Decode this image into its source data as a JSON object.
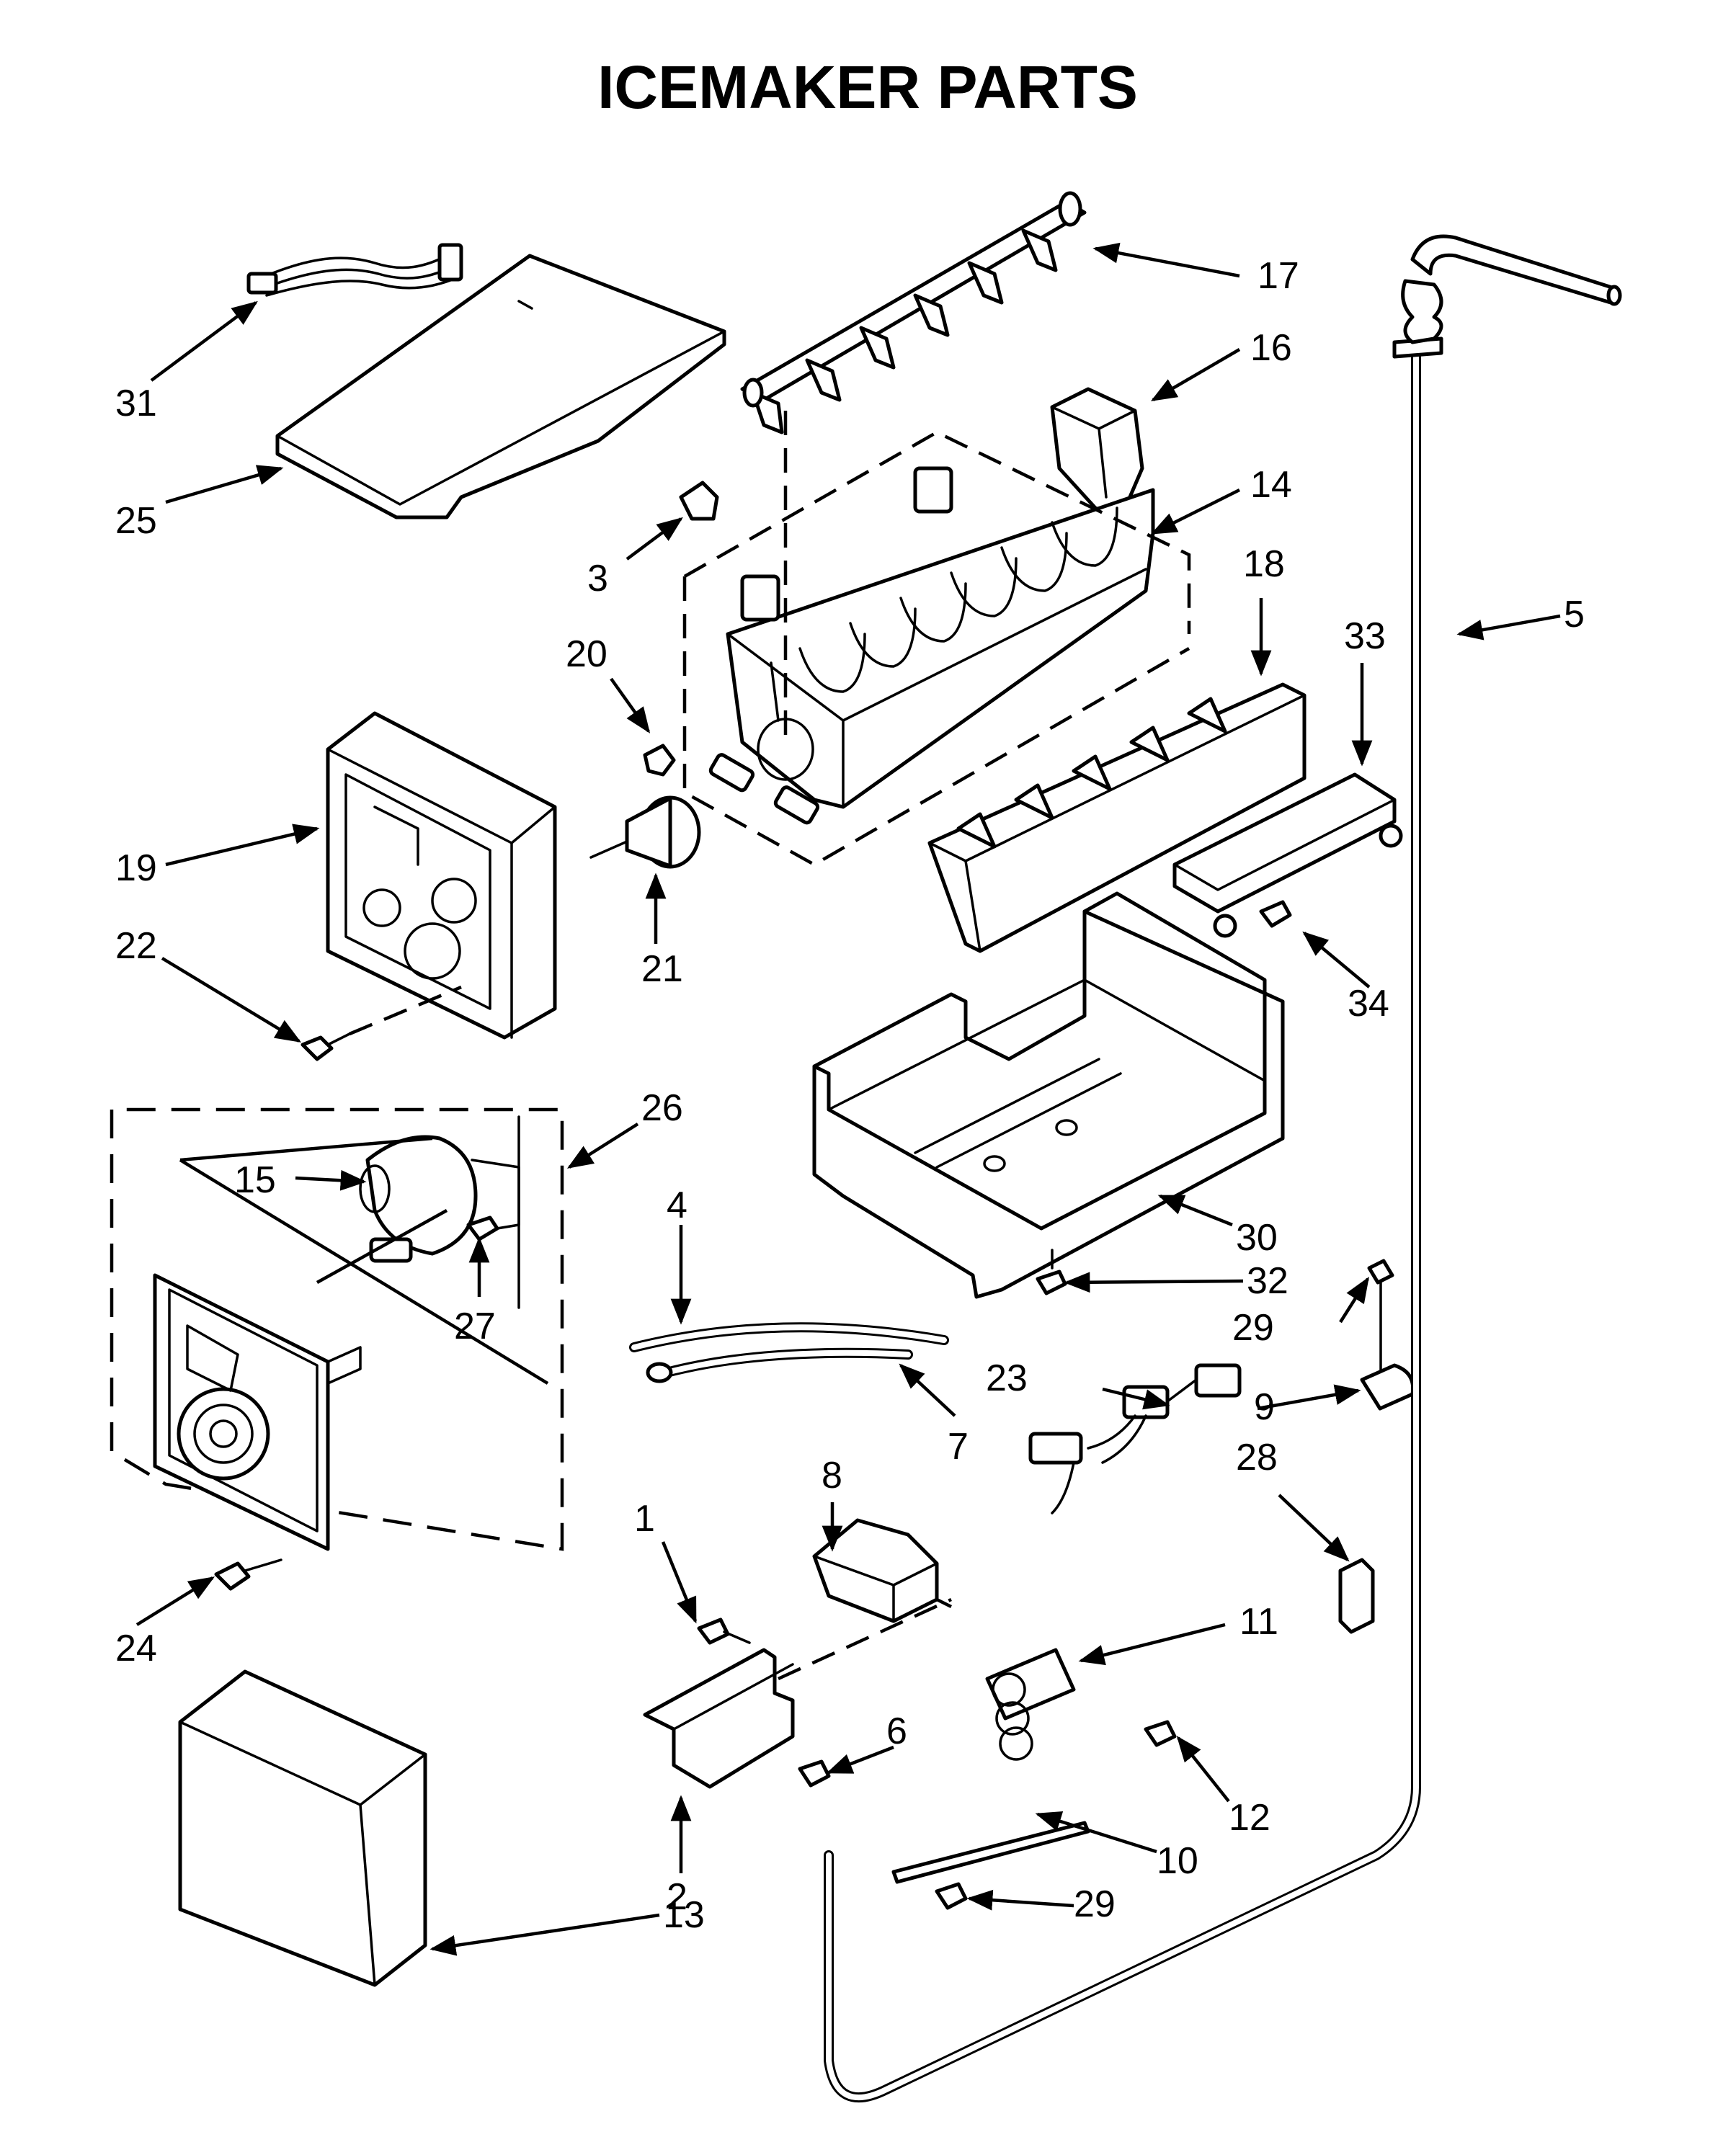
{
  "title": "ICEMAKER PARTS",
  "callouts": {
    "n1": "1",
    "n2": "2",
    "n3": "3",
    "n4": "4",
    "n5": "5",
    "n6": "6",
    "n7": "7",
    "n8": "8",
    "n9": "9",
    "n10": "10",
    "n11": "11",
    "n12": "12",
    "n13": "13",
    "n14": "14",
    "n15": "15",
    "n16": "16",
    "n17": "17",
    "n18": "18",
    "n19": "19",
    "n20": "20",
    "n21": "21",
    "n22": "22",
    "n23": "23",
    "n24": "24",
    "n25": "25",
    "n26": "26",
    "n27": "27",
    "n28": "28",
    "n29a": "29",
    "n29b": "29",
    "n30": "30",
    "n31": "31",
    "n32": "32",
    "n33": "33",
    "n34": "34"
  }
}
